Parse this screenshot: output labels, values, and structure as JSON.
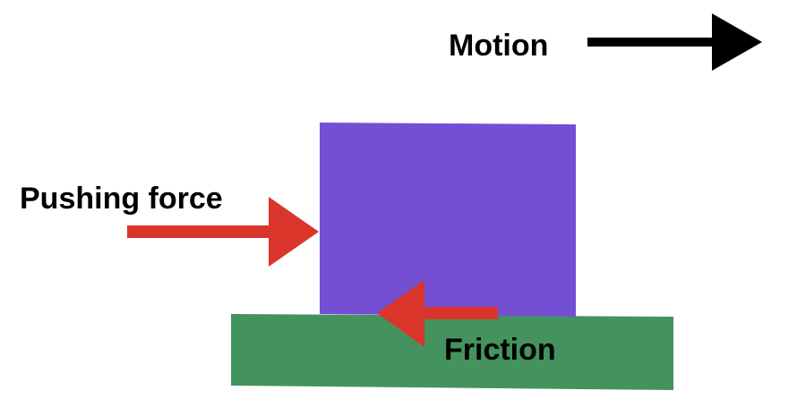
{
  "labels": {
    "motion": "Motion",
    "pushing_force": "Pushing force",
    "friction": "Friction"
  },
  "colors": {
    "block": "#744fd4",
    "ground": "#44935e",
    "force_arrow": "#d9352b",
    "motion_arrow": "#000000",
    "text": "#000000",
    "background": "#ffffff"
  }
}
